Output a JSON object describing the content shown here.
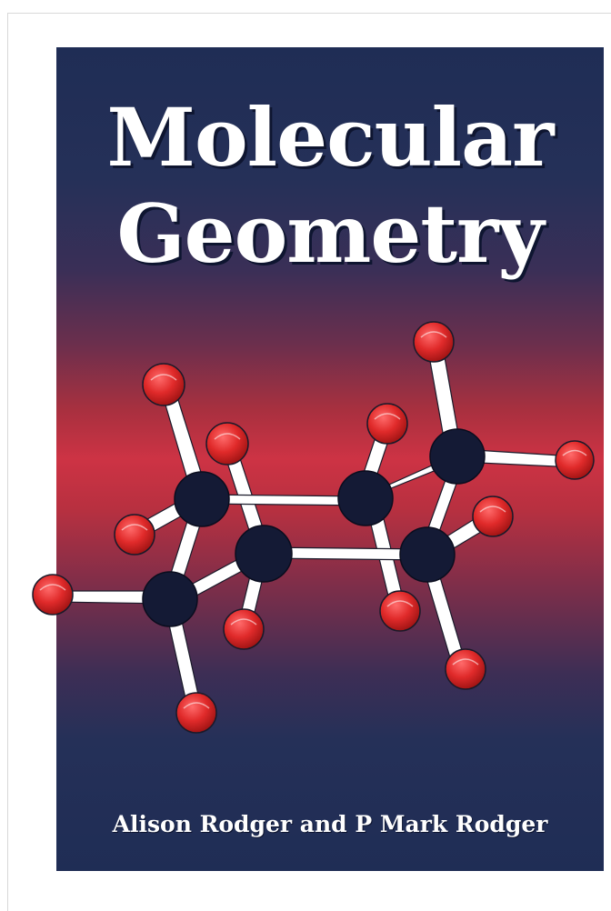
{
  "book": {
    "title_line1": "Molecular",
    "title_line2": "Geometry",
    "authors": "Alison Rodger and P Mark Rodger"
  },
  "colors": {
    "cover_blue": "#1f2d55",
    "cover_red": "#cd3344",
    "atom_carbon": "#141a35",
    "atom_hydrogen": "#d92a2a",
    "bond": "#ffffff"
  },
  "icons": {
    "molecule": "cyclohexane-chair-molecule-icon"
  }
}
